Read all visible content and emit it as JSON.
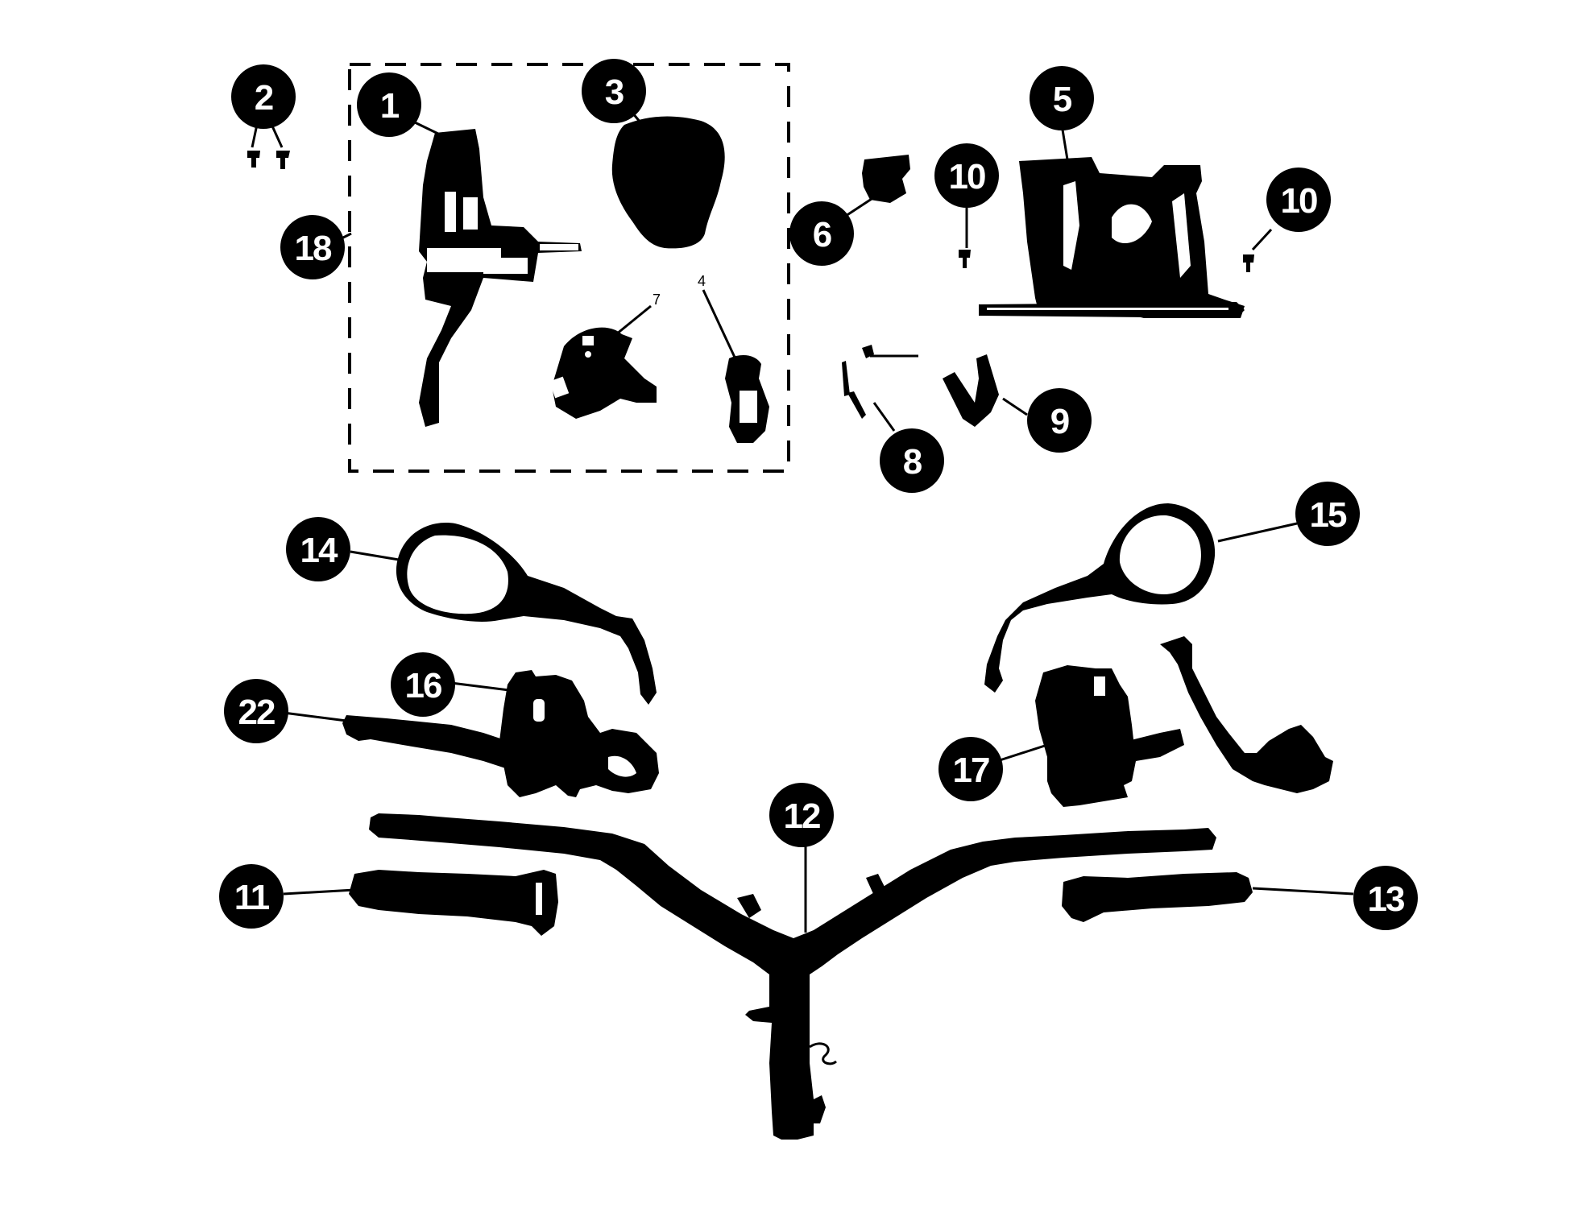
{
  "callouts": {
    "c1": "1",
    "c2": "2",
    "c3": "3",
    "c5": "5",
    "c6": "6",
    "c8": "8",
    "c9": "9",
    "c10a": "10",
    "c10b": "10",
    "c11": "11",
    "c12": "12",
    "c13": "13",
    "c14": "14",
    "c15": "15",
    "c16": "16",
    "c17": "17",
    "c18": "18",
    "c22": "22"
  },
  "small_labels": {
    "s7": "7",
    "s4": "4"
  },
  "colors": {
    "ink": "#000000",
    "background": "#ffffff"
  }
}
